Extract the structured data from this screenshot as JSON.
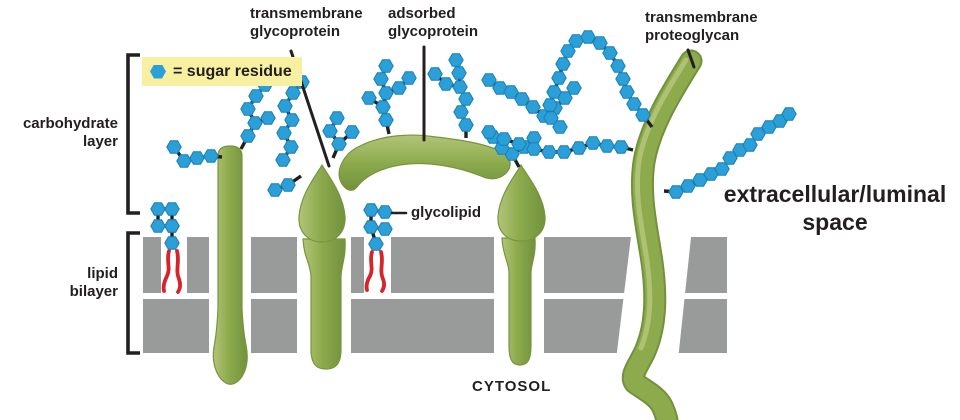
{
  "figure": {
    "title": "membrane carbohydrate diagram",
    "legend": {
      "text": "= sugar residue",
      "icon": "sugar-residue-hexagon"
    },
    "labels": {
      "transmembrane_glycoprotein": "transmembrane\nglycoprotein",
      "adsorbed_glycoprotein": "adsorbed\nglycoprotein",
      "transmembrane_proteoglycan": "transmembrane\nproteoglycan",
      "carbohydrate_layer": "carbohydrate\nlayer",
      "lipid_bilayer": "lipid\nbilayer",
      "glycolipid": "glycolipid",
      "extracellular_space": "extracellular/luminal\nspace",
      "cytosol": "CYTOSOL"
    },
    "colors": {
      "sugar_blue": "#2b9fd8",
      "protein_green": "#8dab4d",
      "protein_green_light": "#b2c478",
      "protein_green_dark": "#71913c",
      "membrane_gray": "#999a9a",
      "lipid_red": "#d6242c",
      "legend_yellow": "#f7f0a0",
      "text_black": "#231f20"
    }
  }
}
